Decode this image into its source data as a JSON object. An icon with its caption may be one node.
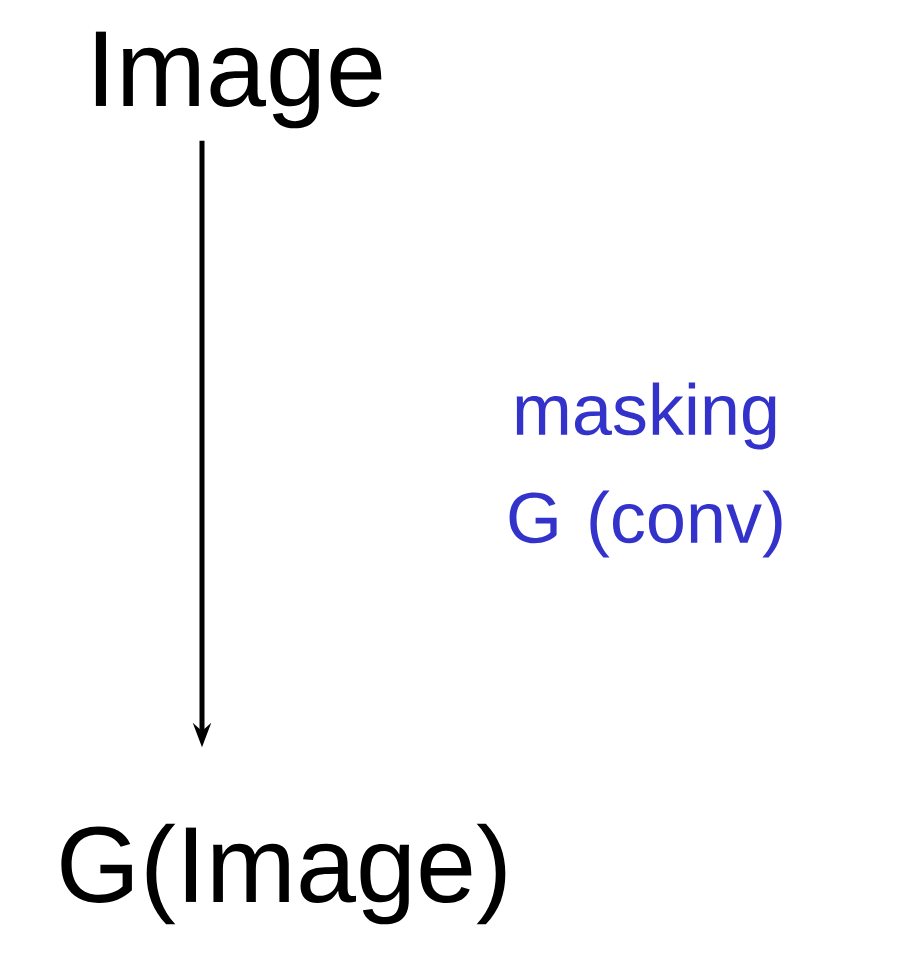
{
  "diagram": {
    "nodes": [
      {
        "text": [
          "Image"
        ]
      },
      {
        "text": [
          "G(Image)"
        ]
      }
    ],
    "edges": [
      {
        "from": 0,
        "to": 1,
        "arrow": "to",
        "label": "masking G (conv)"
      }
    ]
  }
}
